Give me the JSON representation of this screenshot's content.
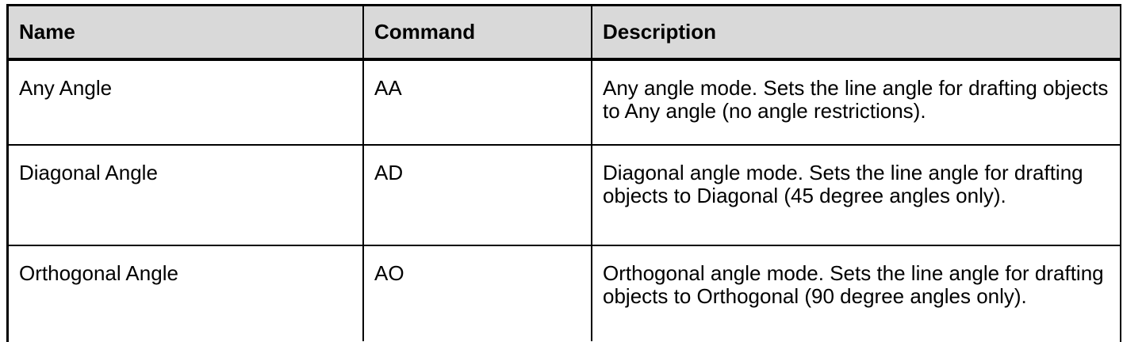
{
  "table": {
    "headers": [
      "Name",
      "Command",
      "Description"
    ],
    "rows": [
      {
        "name": "Any Angle",
        "command": "AA",
        "description": "Any angle mode. Sets the line angle for drafting objects to Any angle (no angle restrictions)."
      },
      {
        "name": "Diagonal Angle",
        "command": "AD",
        "description": "Diagonal angle mode. Sets the line angle for drafting objects to Diagonal (45 degree angles only)."
      },
      {
        "name": "Orthogonal Angle",
        "command": "AO",
        "description": "Orthogonal angle mode. Sets the line angle for drafting objects to Orthogonal (90 degree angles only)."
      }
    ]
  }
}
